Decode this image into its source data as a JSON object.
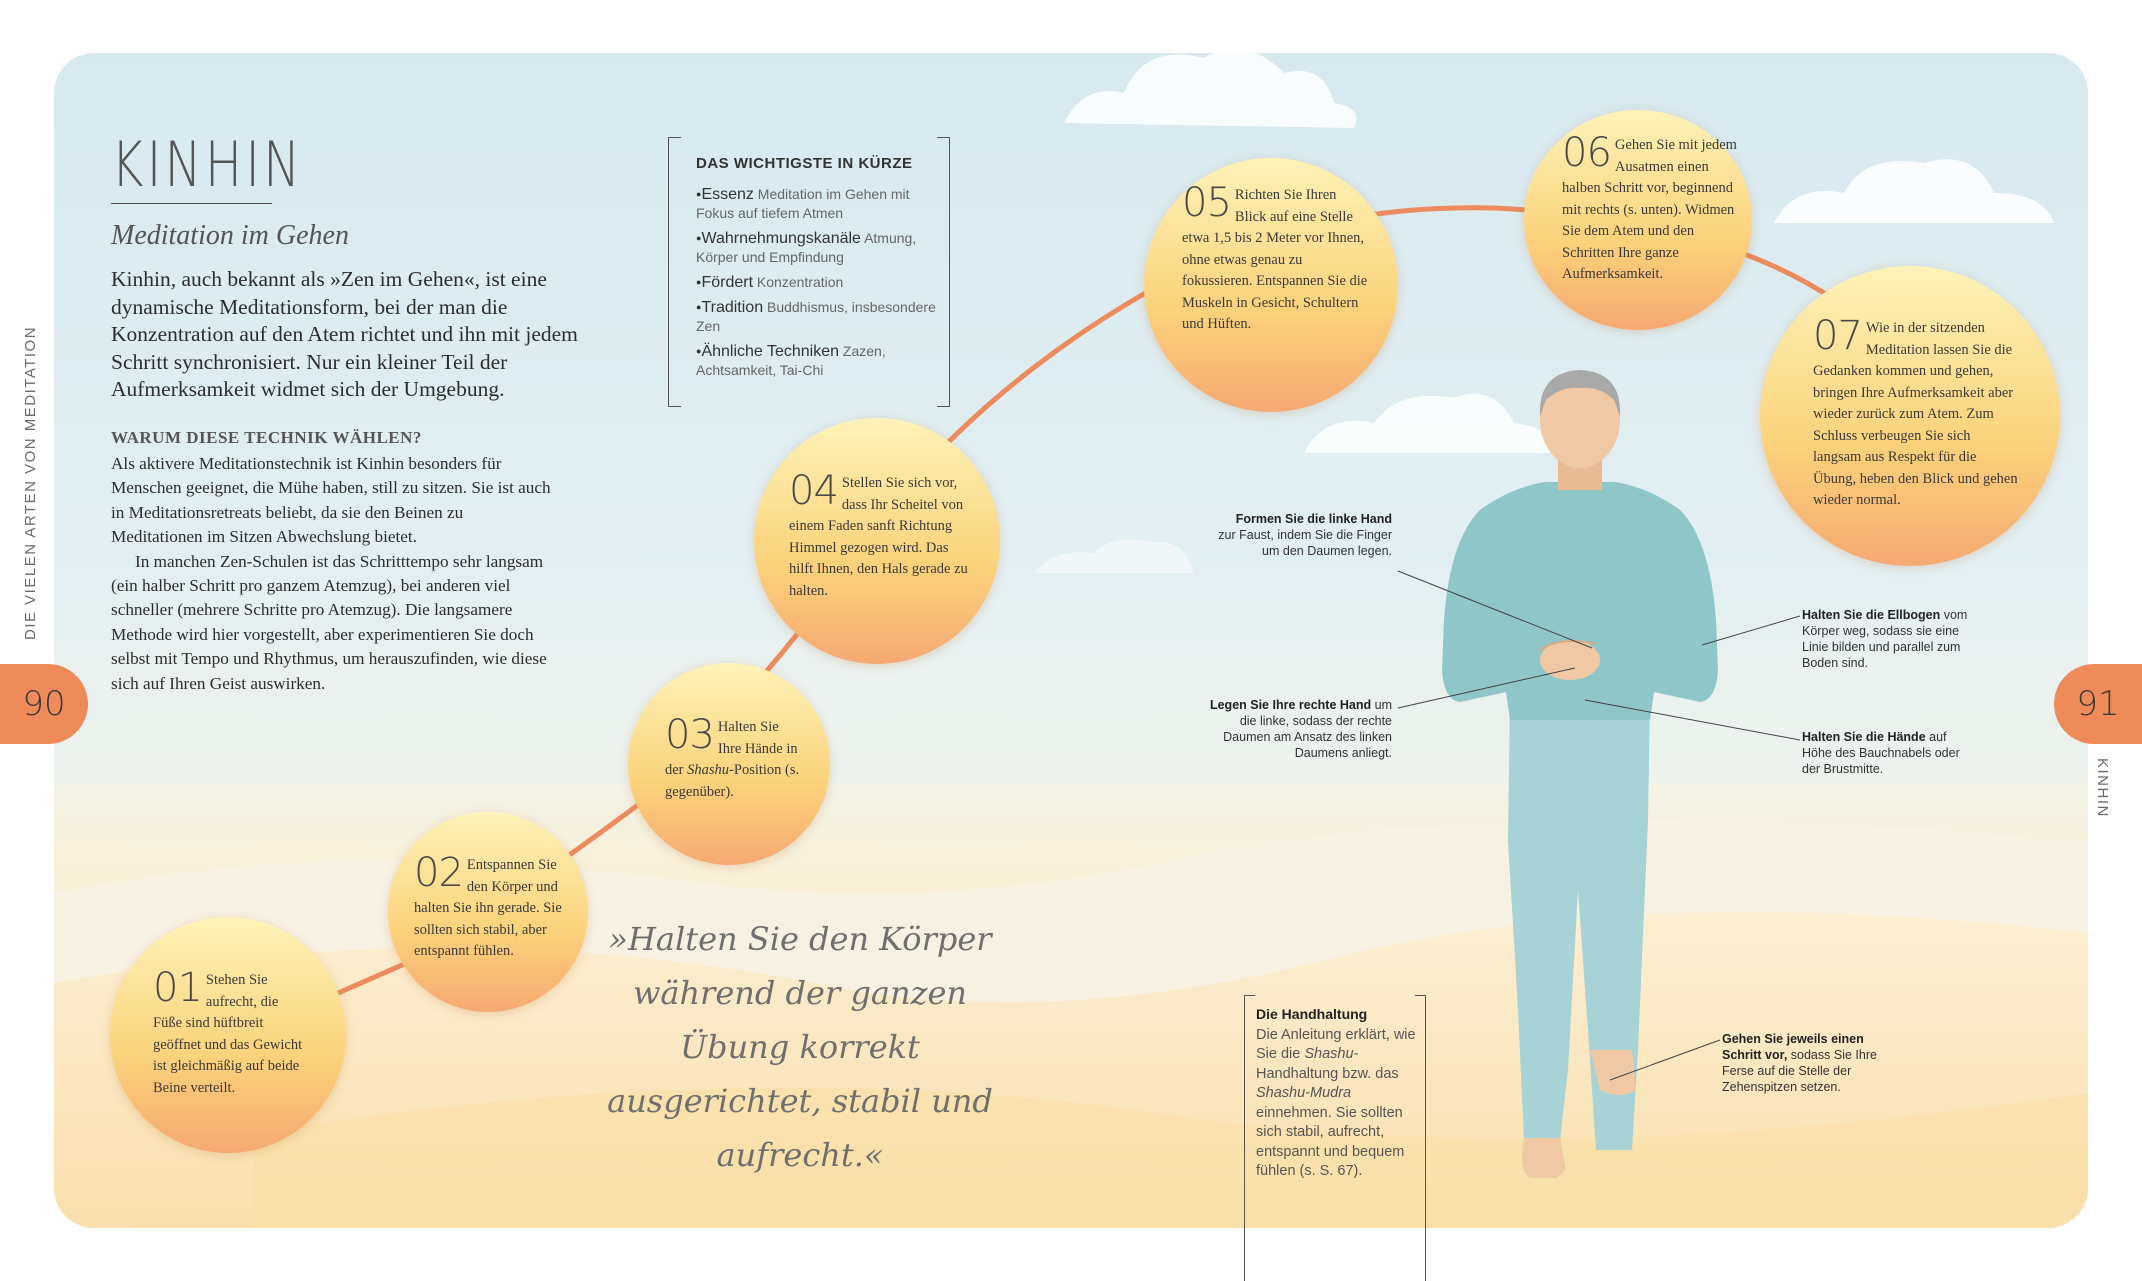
{
  "title": "KINHIN",
  "subtitle": "Meditation im Gehen",
  "intro": "Kinhin, auch bekannt als »Zen im Gehen«, ist eine dynamische Meditationsform, bei der man die Konzentration auf den Atem richtet und ihn mit jedem Schritt synchronisiert. Nur ein kleiner Teil der Aufmerksamkeit widmet sich der Umgebung.",
  "why": {
    "heading": "WARUM DIESE TECHNIK WÄHLEN?",
    "p1": "Als aktivere Meditationstechnik ist Kinhin besonders für Menschen geeignet, die Mühe haben, still zu sitzen. Sie ist auch in Meditationsretreats beliebt, da sie den Beinen zu Meditationen im Sitzen Abwechslung bietet.",
    "p2": "In manchen Zen-Schulen ist das Schritttempo sehr langsam (ein halber Schritt pro ganzem Atemzug), bei anderen viel schneller (mehrere Schritte pro Atemzug). Die langsamere Methode wird hier vorgestellt, aber experimentieren Sie doch selbst mit Tempo und Rhythmus, um herauszufinden, wie diese sich auf Ihren Geist auswirken."
  },
  "sidebar_left": "DIE VIELEN ARTEN VON MEDITATION",
  "sidebar_right": "KINHIN",
  "page_left": "90",
  "page_right": "91",
  "summary": {
    "heading": "DAS WICHTIGSTE IN KÜRZE",
    "items": [
      {
        "key": "Essenz",
        "value": "Meditation im Gehen mit Fokus auf tiefem Atmen"
      },
      {
        "key": "Wahrnehmungskanäle",
        "value": "Atmung, Körper und Empfindung"
      },
      {
        "key": "Fördert",
        "value": "Konzentration"
      },
      {
        "key": "Tradition",
        "value": "Buddhismus, insbesondere Zen"
      },
      {
        "key": "Ähnliche Techniken",
        "value": "Zazen, Achtsamkeit, Tai-Chi"
      }
    ]
  },
  "steps": [
    {
      "num": "01",
      "text": "Stehen Sie aufrecht, die Füße sind hüftbreit geöffnet und das Gewicht ist gleichmäßig auf beide Beine verteilt."
    },
    {
      "num": "02",
      "text": "Entspannen Sie den Körper und halten Sie ihn gerade. Sie sollten sich stabil, aber entspannt fühlen."
    },
    {
      "num": "03",
      "text_a": "Halten Sie Ihre Hände in der ",
      "text_em": "Shashu",
      "text_b": "-Position (s. gegenüber)."
    },
    {
      "num": "04",
      "text": "Stellen Sie sich vor, dass Ihr Scheitel von einem Faden sanft Richtung Himmel gezogen wird. Das hilft Ihnen, den Hals gerade zu halten."
    },
    {
      "num": "05",
      "text": "Richten Sie Ihren Blick auf eine Stelle etwa 1,5 bis 2 Meter vor Ihnen, ohne etwas genau zu fokussieren. Entspannen Sie die Muskeln in Gesicht, Schultern und Hüften."
    },
    {
      "num": "06",
      "text": "Gehen Sie mit jedem Ausatmen einen halben Schritt vor, beginnend mit rechts (s. unten). Widmen Sie dem Atem und den Schritten Ihre ganze Aufmerksamkeit."
    },
    {
      "num": "07",
      "text": "Wie in der sitzenden Meditation lassen Sie die Gedanken kommen und gehen, bringen Ihre Aufmerksamkeit aber wieder zurück zum Atem. Zum Schluss verbeugen Sie sich langsam aus Respekt für die Übung, heben den Blick und gehen wieder normal."
    }
  ],
  "quote": "»Halten Sie den Körper während der ganzen Übung korrekt ausgerichtet, stabil und aufrecht.«",
  "annotations": {
    "left_hand_b": "Formen Sie die linke Hand",
    "left_hand": "zur Faust, indem Sie die Finger um den Daumen legen.",
    "right_hand_b": "Legen Sie Ihre rechte Hand",
    "right_hand": "um die linke, sodass der rechte Daumen am Ansatz des linken Daumens anliegt.",
    "elbows_b": "Halten Sie die Ellbogen",
    "elbows": "vom Körper weg, sodass sie eine Linie bilden und parallel zum Boden sind.",
    "hands_b": "Halten Sie die Hände",
    "hands": "auf Höhe des Bauchnabels oder der Brustmitte.",
    "step_b": "Gehen Sie jeweils einen Schritt vor,",
    "step": "sodass Sie Ihre Ferse auf die Stelle der Zehenspitzen setzen."
  },
  "handhaltung": {
    "heading": "Die Handhaltung",
    "t1": "Die Anleitung erklärt, wie Sie die ",
    "em1": "Shashu",
    "t2": "-Handhaltung bzw. das ",
    "em2": "Shashu-Mudra",
    "t3": " einnehmen. Sie sollten sich stabil, aufrecht, entspannt und bequem fühlen (s. S. 67)."
  },
  "colors": {
    "accent": "#ef8a5a",
    "path": "#ec8b5e",
    "shirt": "#8fc6c8",
    "pants": "#a7d3d6",
    "skin": "#f0c8a4",
    "hair": "#a9a9a9"
  }
}
